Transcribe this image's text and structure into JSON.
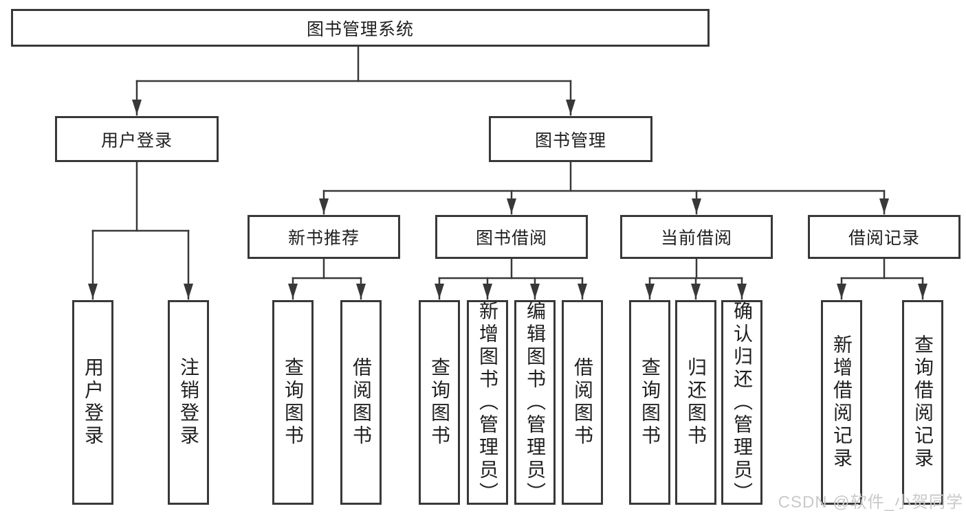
{
  "tree": {
    "label": "图书管理系统",
    "children": [
      {
        "label": "用户登录",
        "children": [
          {
            "label": "用户登录"
          },
          {
            "label": "注销登录"
          }
        ]
      },
      {
        "label": "图书管理",
        "children": [
          {
            "label": "新书推荐",
            "children": [
              {
                "label": "查询图书"
              },
              {
                "label": "借阅图书"
              }
            ]
          },
          {
            "label": "图书借阅",
            "children": [
              {
                "label": "查询图书"
              },
              {
                "label": "新增图书（管理员）"
              },
              {
                "label": "编辑图书（管理员）"
              },
              {
                "label": "借阅图书"
              }
            ]
          },
          {
            "label": "当前借阅",
            "children": [
              {
                "label": "查询图书"
              },
              {
                "label": "归还图书"
              },
              {
                "label": "确认归还（管理员）"
              }
            ]
          },
          {
            "label": "借阅记录",
            "children": [
              {
                "label": "新增借阅记录"
              },
              {
                "label": "查询借阅记录"
              }
            ]
          }
        ]
      }
    ]
  },
  "watermark": {
    "text": "CSDN @软件_小贺同学"
  },
  "colors": {
    "line": "#383838",
    "text": "#1f1f1f",
    "background": "#ffffff",
    "watermark": "#c9c9c9"
  }
}
